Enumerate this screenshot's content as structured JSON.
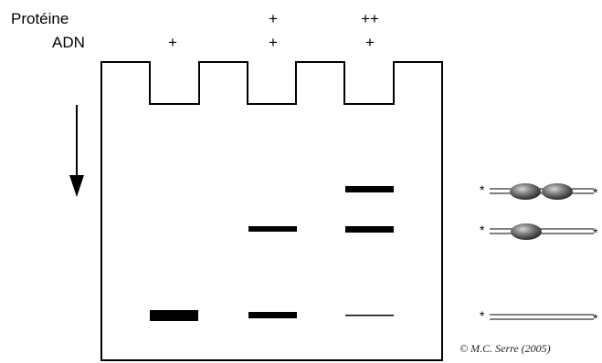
{
  "labels": {
    "protein": "Protéine",
    "dna": "ADN"
  },
  "lanes": [
    {
      "protein": "",
      "dna": "+"
    },
    {
      "protein": "+",
      "dna": "+"
    },
    {
      "protein": "++",
      "dna": "+"
    }
  ],
  "credit": "© M.C. Serre (2005)",
  "bands": [
    {
      "lane": 0,
      "species": "free-dna",
      "intensity": "strong"
    },
    {
      "lane": 1,
      "species": "single-protein-complex",
      "intensity": "strong"
    },
    {
      "lane": 1,
      "species": "free-dna",
      "intensity": "strong"
    },
    {
      "lane": 2,
      "species": "double-protein-complex",
      "intensity": "strong"
    },
    {
      "lane": 2,
      "species": "single-protein-complex",
      "intensity": "strong"
    },
    {
      "lane": 2,
      "species": "free-dna",
      "intensity": "faint"
    }
  ],
  "legend": [
    {
      "species": "double-protein-complex",
      "marker": "*"
    },
    {
      "species": "single-protein-complex",
      "marker": "*"
    },
    {
      "species": "free-dna",
      "marker": "*"
    }
  ]
}
